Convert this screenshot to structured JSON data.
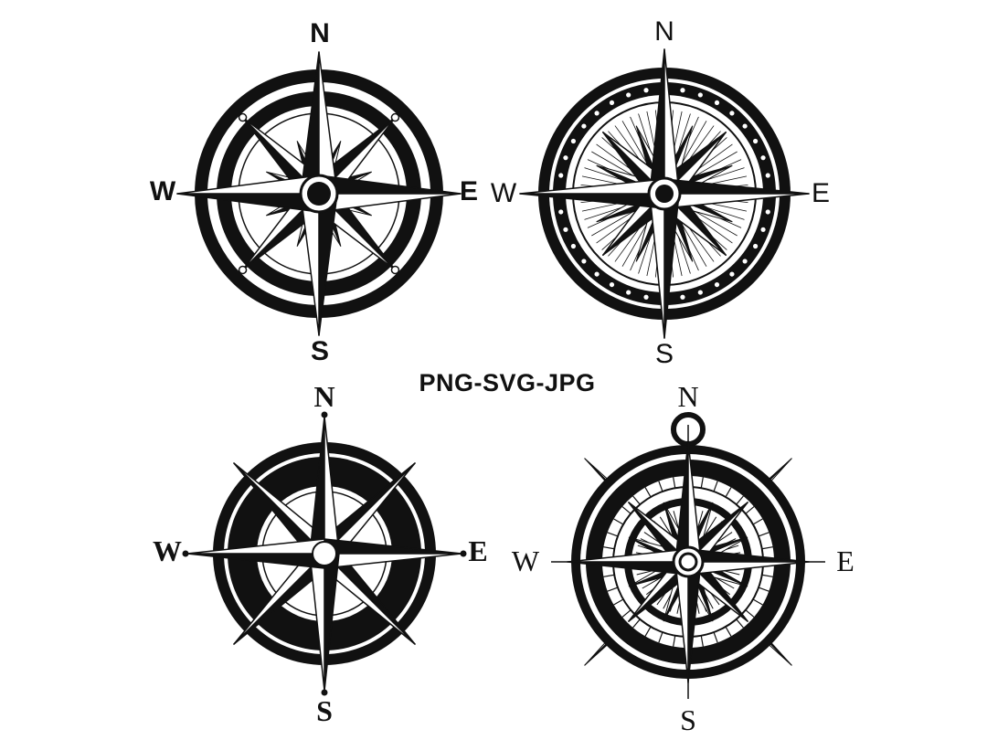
{
  "headline": "PNG-SVG-JPG",
  "ink_color": "#111111",
  "background_color": "#ffffff",
  "compasses": [
    {
      "labels": {
        "n": "N",
        "e": "E",
        "s": "S",
        "w": "W"
      }
    },
    {
      "labels": {
        "n": "N",
        "e": "E",
        "s": "S",
        "w": "W"
      }
    },
    {
      "labels": {
        "n": "N",
        "e": "E",
        "s": "S",
        "w": "W"
      }
    },
    {
      "labels": {
        "n": "N",
        "e": "E",
        "s": "S",
        "w": "W"
      }
    }
  ]
}
